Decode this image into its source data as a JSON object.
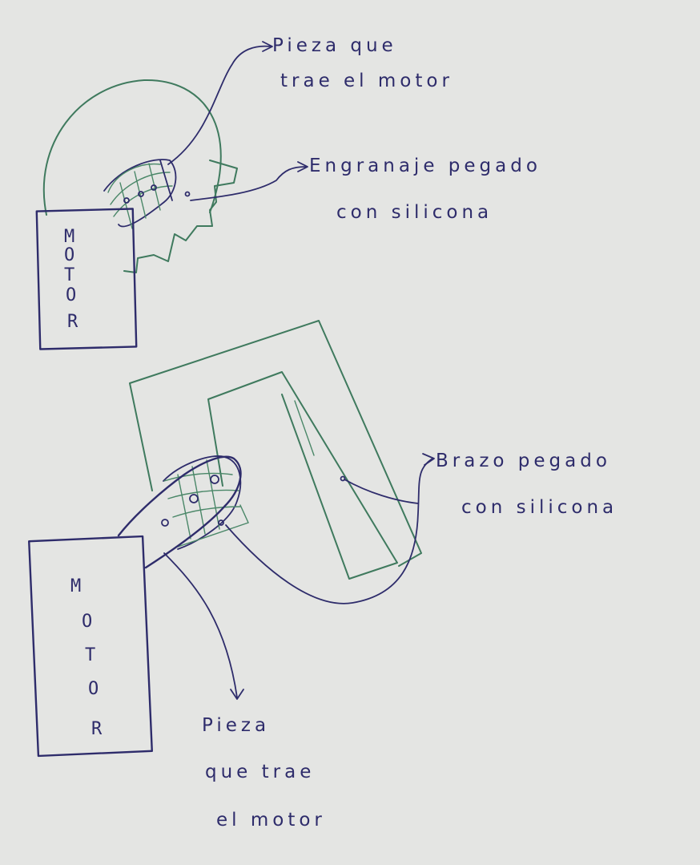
{
  "diagram_top": {
    "motor_letters": [
      "M",
      "O",
      "T",
      "O",
      "R"
    ],
    "label_piece": {
      "line1": "Pieza que",
      "line2": "trae el motor"
    },
    "label_gear": {
      "line1": "Engranaje pegado",
      "line2": "con silicona"
    }
  },
  "diagram_bottom": {
    "motor_letters": [
      "M",
      "O",
      "T",
      "O",
      "R"
    ],
    "label_arm": {
      "line1": "Brazo pegado",
      "line2": "con silicona"
    },
    "label_piece": {
      "line1": "Pieza",
      "line2": "que trae",
      "line3": "el motor"
    }
  },
  "colors": {
    "paper": "#e4e5e3",
    "pen": "#2e2c6b",
    "pencil_green": "#3f7a5e"
  }
}
